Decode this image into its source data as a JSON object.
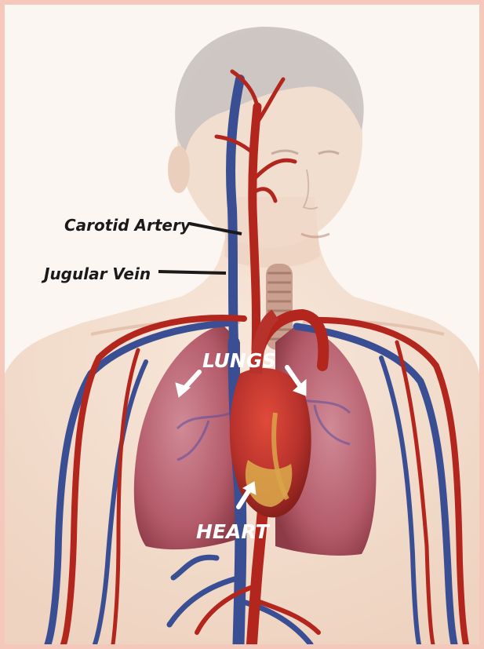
{
  "labels": {
    "carotid_artery": "Carotid Artery",
    "jugular_vein": "Jugular Vein",
    "lungs": "LUNGS",
    "heart": "HEART"
  },
  "colors": {
    "border": "#f4c9bb",
    "background": "#fbf6f1",
    "skin": "#f2dccd",
    "hair": "#c9c3c0",
    "artery": "#b3261e",
    "vein": "#3a4f93",
    "lung": "#b75a68",
    "heart": "#b8322c",
    "heart_fat": "#d9a54a",
    "label_dark": "#1a1a1a",
    "label_light": "#ffffff"
  }
}
